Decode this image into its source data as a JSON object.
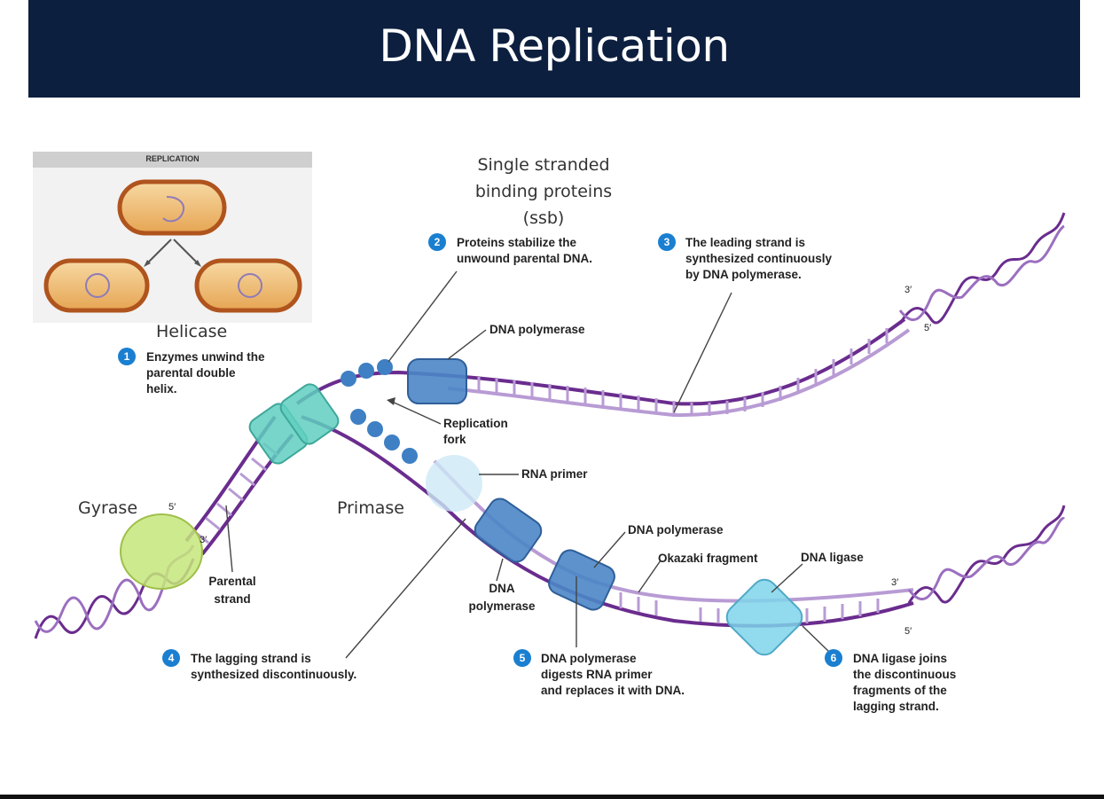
{
  "title": "DNA Replication",
  "inset": {
    "label": "REPLICATION"
  },
  "colors": {
    "title_bar": "#0d1f3f",
    "strand": "#6a2c8e",
    "helicase": "#5fcfc0",
    "polymerase": "#4b86c6",
    "gyrase": "#c6e67a",
    "ssb": "#3f7fc4",
    "step_circle": "#1a7fd0"
  },
  "labels": {
    "ssb_title": [
      "Single stranded",
      "binding proteins",
      "(ssb)"
    ],
    "helicase": "Helicase",
    "gyrase": "Gyrase",
    "primase": "Primase",
    "dna_polymerase_top": "DNA polymerase",
    "replication_fork": [
      "Replication",
      "fork"
    ],
    "rna_primer": "RNA primer",
    "dna_polymerase_mid": "DNA polymerase",
    "okazaki": "Okazaki fragment",
    "dna_ligase": "DNA ligase",
    "dna_polymerase_low": [
      "DNA",
      "polymerase"
    ],
    "parental_strand": [
      "Parental",
      "strand"
    ],
    "end_5_left": "5′",
    "end_3_left": "3′",
    "end_3_top": "3′",
    "end_5_top": "5′",
    "end_3_bottom": "3′",
    "end_5_bottom": "5′"
  },
  "steps": [
    {
      "num": "1",
      "lines": [
        "Enzymes unwind the",
        "parental double",
        "helix."
      ]
    },
    {
      "num": "2",
      "lines": [
        "Proteins stabilize the",
        "unwound parental DNA."
      ]
    },
    {
      "num": "3",
      "lines": [
        "The leading strand is",
        "synthesized continuously",
        "by DNA polymerase."
      ]
    },
    {
      "num": "4",
      "lines": [
        "The lagging strand is",
        "synthesized discontinuously."
      ]
    },
    {
      "num": "5",
      "lines": [
        "DNA polymerase",
        "digests RNA primer",
        "and replaces it with DNA."
      ]
    },
    {
      "num": "6",
      "lines": [
        "DNA ligase joins",
        "the discontinuous",
        "fragments of the",
        "lagging strand."
      ]
    }
  ]
}
